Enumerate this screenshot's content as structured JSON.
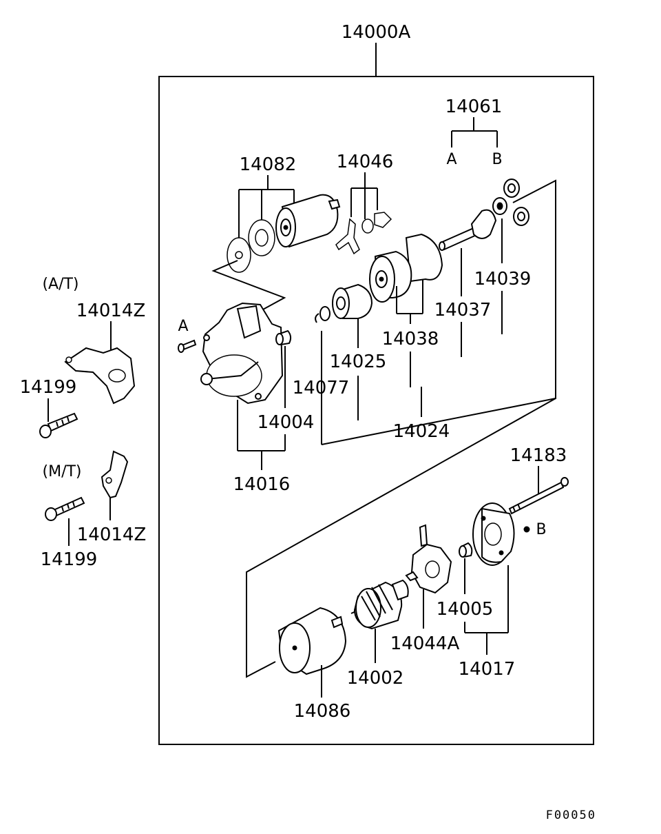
{
  "assembly": {
    "part_number": "14000A"
  },
  "transmission_variants": {
    "automatic": "(A/T)",
    "manual": "(M/T)"
  },
  "parts": {
    "p14061": "14061",
    "p14061_branch_a": "A",
    "p14061_branch_b": "B",
    "p14082": "14082",
    "p14046": "14046",
    "p14039": "14039",
    "p14037": "14037",
    "p14038": "14038",
    "p14025": "14025",
    "p14077": "14077",
    "p14024": "14024",
    "p14004": "14004",
    "p14016": "14016",
    "p14183": "14183",
    "p14005": "14005",
    "p14044A": "14044A",
    "p14017": "14017",
    "p14002": "14002",
    "p14086": "14086",
    "p14014Z_at": "14014Z",
    "p14199_at": "14199",
    "p14014Z_mt": "14014Z",
    "p14199_mt": "14199"
  },
  "callouts": {
    "bolt_a": "A",
    "washer_b": "B"
  },
  "figure_code": "F00050"
}
